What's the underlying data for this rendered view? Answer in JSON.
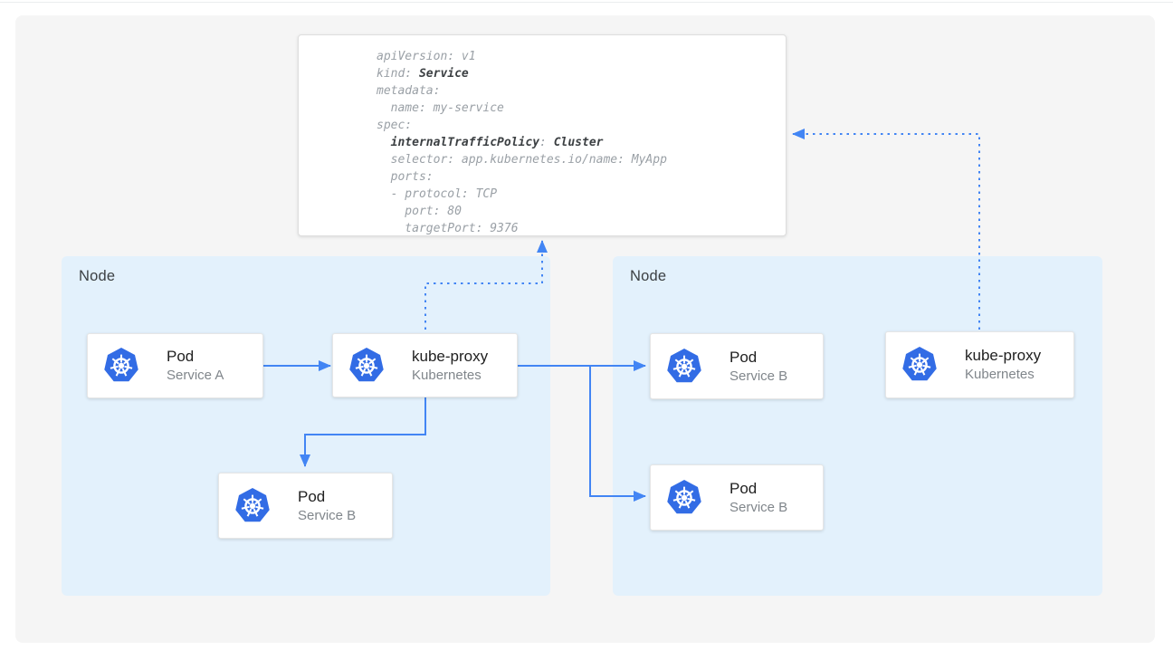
{
  "colors": {
    "accent": "#4285F4",
    "kubernetes_blue": "#326CE5",
    "node_bg": "#E3F1FC",
    "panel_bg": "#F5F5F5",
    "title_text": "#212121",
    "subtitle_text": "#80868B",
    "code_text": "#9AA0A6",
    "code_bold_text": "#3C4043",
    "divider": "#EBEDEF"
  },
  "yaml_card": {
    "lines": [
      [
        {
          "t": "apiVersion: v1",
          "b": false
        }
      ],
      [
        {
          "t": "kind: ",
          "b": false
        },
        {
          "t": "Service",
          "b": true
        }
      ],
      [
        {
          "t": "metadata:",
          "b": false
        }
      ],
      [
        {
          "t": "  name: my-service",
          "b": false
        }
      ],
      [
        {
          "t": "spec:",
          "b": false
        }
      ],
      [
        {
          "t": "  ",
          "b": false
        },
        {
          "t": "internalTrafficPolicy",
          "b": true
        },
        {
          "t": ": ",
          "b": false
        },
        {
          "t": "Cluster",
          "b": true
        }
      ],
      [
        {
          "t": "  selector: app.kubernetes.io/name: MyApp",
          "b": false
        }
      ],
      [
        {
          "t": "  ports:",
          "b": false
        }
      ],
      [
        {
          "t": "  - protocol: TCP",
          "b": false
        }
      ],
      [
        {
          "t": "    port: 80",
          "b": false
        }
      ],
      [
        {
          "t": "    targetPort: 9376",
          "b": false
        }
      ]
    ]
  },
  "nodes": [
    {
      "label": "Node"
    },
    {
      "label": "Node"
    }
  ],
  "cards": [
    {
      "title": "Pod",
      "subtitle": "Service A"
    },
    {
      "title": "kube-proxy",
      "subtitle": "Kubernetes"
    },
    {
      "title": "Pod",
      "subtitle": "Service B"
    },
    {
      "title": "Pod",
      "subtitle": "Service B"
    },
    {
      "title": "Pod",
      "subtitle": "Service B"
    },
    {
      "title": "kube-proxy",
      "subtitle": "Kubernetes"
    }
  ]
}
